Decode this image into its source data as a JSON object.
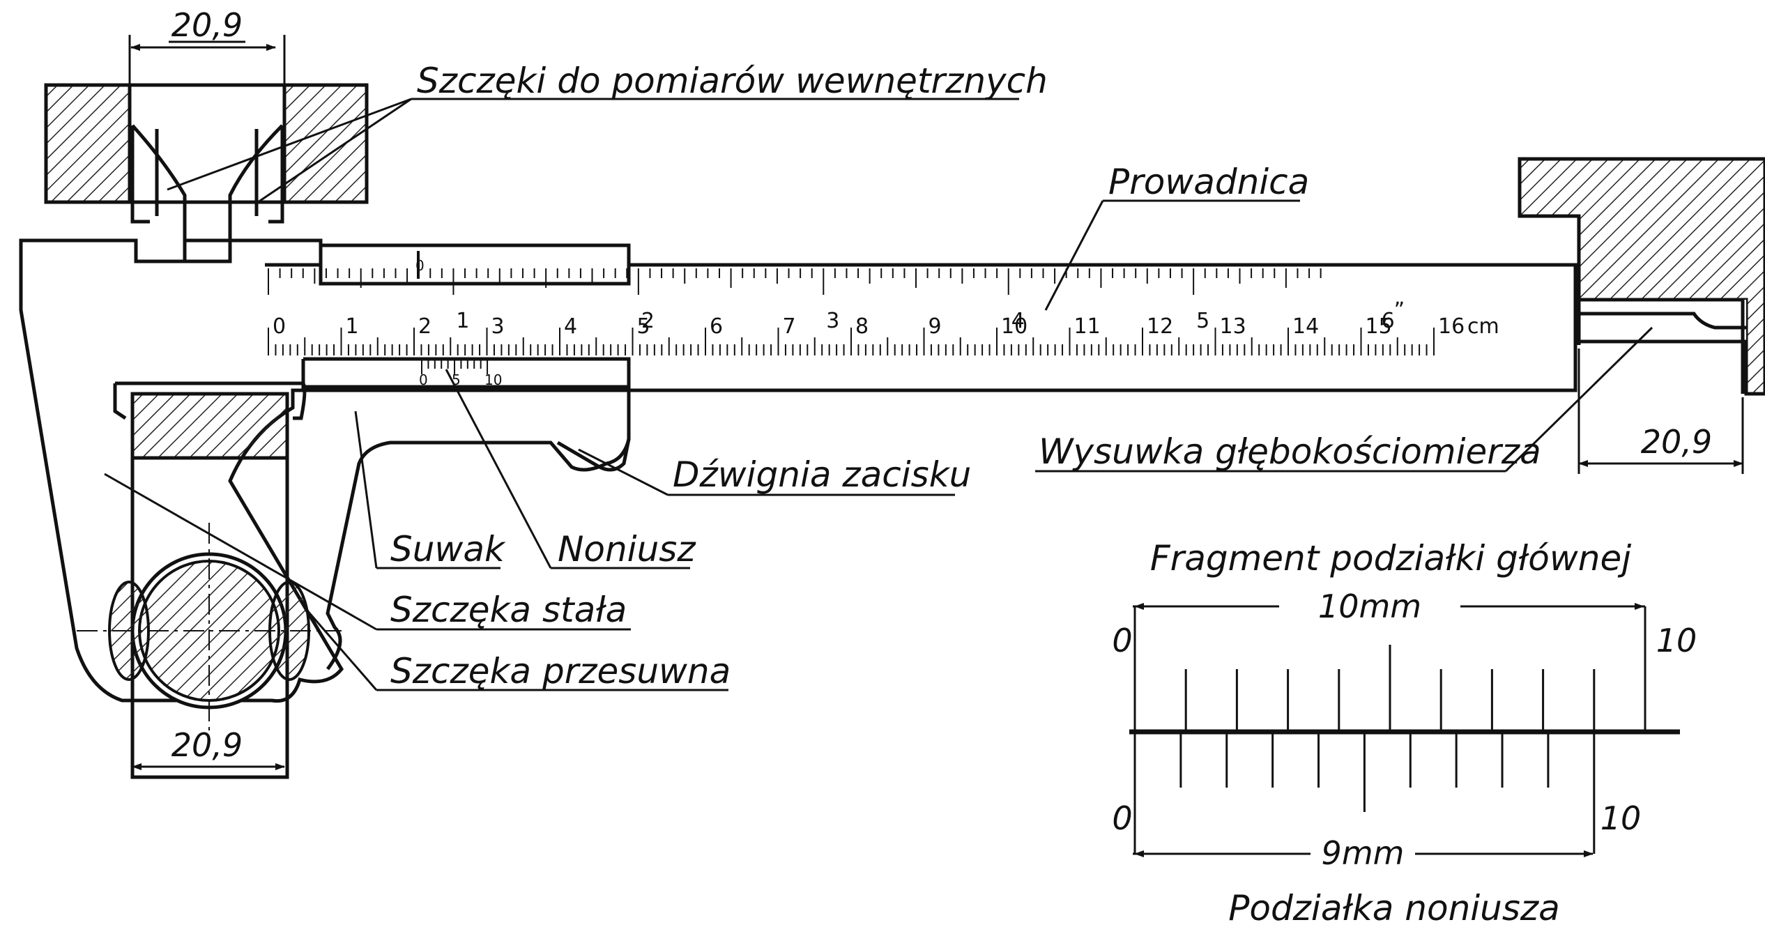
{
  "labels": {
    "inner_jaws": "Szczęki do pomiarów wewnętrznych",
    "guide": "Prowadnica",
    "clamp_lever": "Dźwignia zacisku",
    "depth_rod": "Wysuwka głębokościomierza",
    "slider": "Suwak",
    "vernier": "Noniusz",
    "fixed_jaw": "Szczęka stała",
    "sliding_jaw": "Szczęka przesuwna"
  },
  "dimensions": {
    "top": "20,9",
    "bottom": "20,9",
    "depth": "20,9"
  },
  "main_scale": {
    "unit": "cm",
    "cm_labels": [
      "0",
      "1",
      "2",
      "3",
      "4",
      "5",
      "6",
      "7",
      "8",
      "9",
      "10",
      "11",
      "12",
      "13",
      "14",
      "15",
      "16"
    ],
    "inch_labels": [
      "1",
      "2",
      "3",
      "4",
      "5",
      "6"
    ],
    "inch_mark": "”",
    "vernier_zero": "0"
  },
  "vernier_scale": {
    "labels": [
      "0",
      "5",
      "10"
    ]
  },
  "detail": {
    "top_title": "Fragment podziałki głównej",
    "top_span": "10mm",
    "top_start": "0",
    "top_end": "10",
    "bottom_span": "9mm",
    "bottom_start": "0",
    "bottom_end": "10",
    "bottom_title": "Podziałka noniusza"
  }
}
